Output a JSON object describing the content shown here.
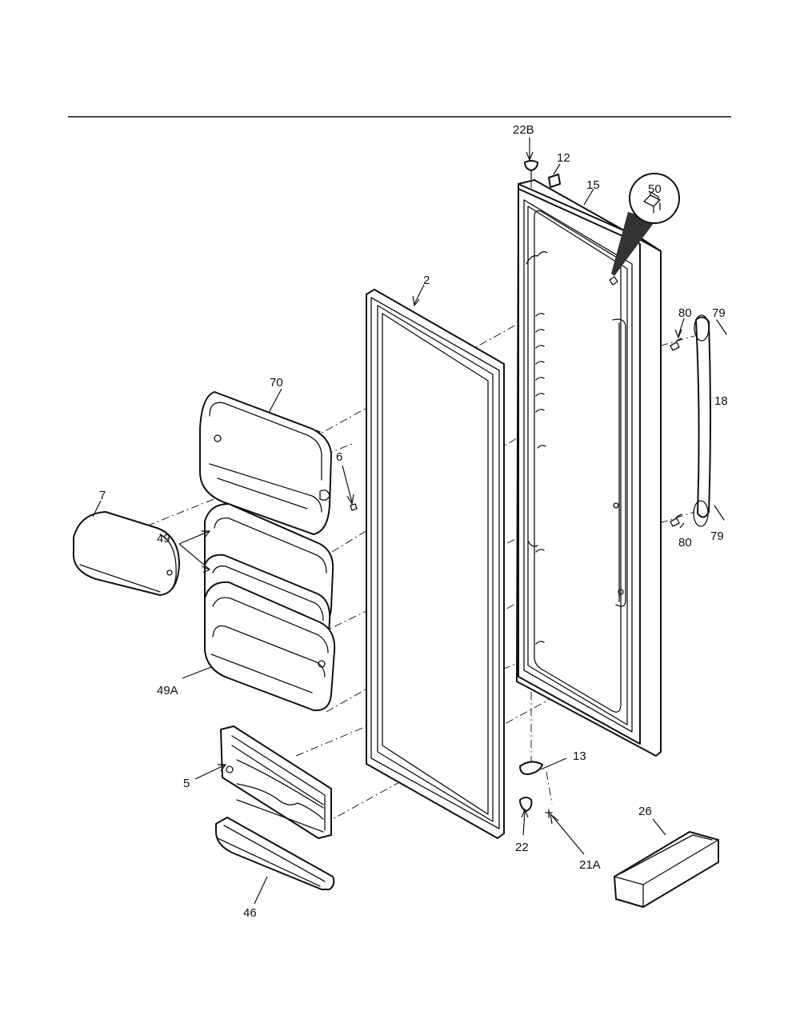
{
  "labels": {
    "p22b": "22B",
    "p12": "12",
    "p15": "15",
    "p50": "50",
    "p2": "2",
    "p80a": "80",
    "p79a": "79",
    "p18": "18",
    "p70": "70",
    "p6": "6",
    "p7": "7",
    "p49": "49",
    "p79b": "79",
    "p80b": "80",
    "p49a": "49A",
    "p13": "13",
    "p5": "5",
    "p26": "26",
    "p22": "22",
    "p21a": "21A",
    "p46": "46"
  }
}
